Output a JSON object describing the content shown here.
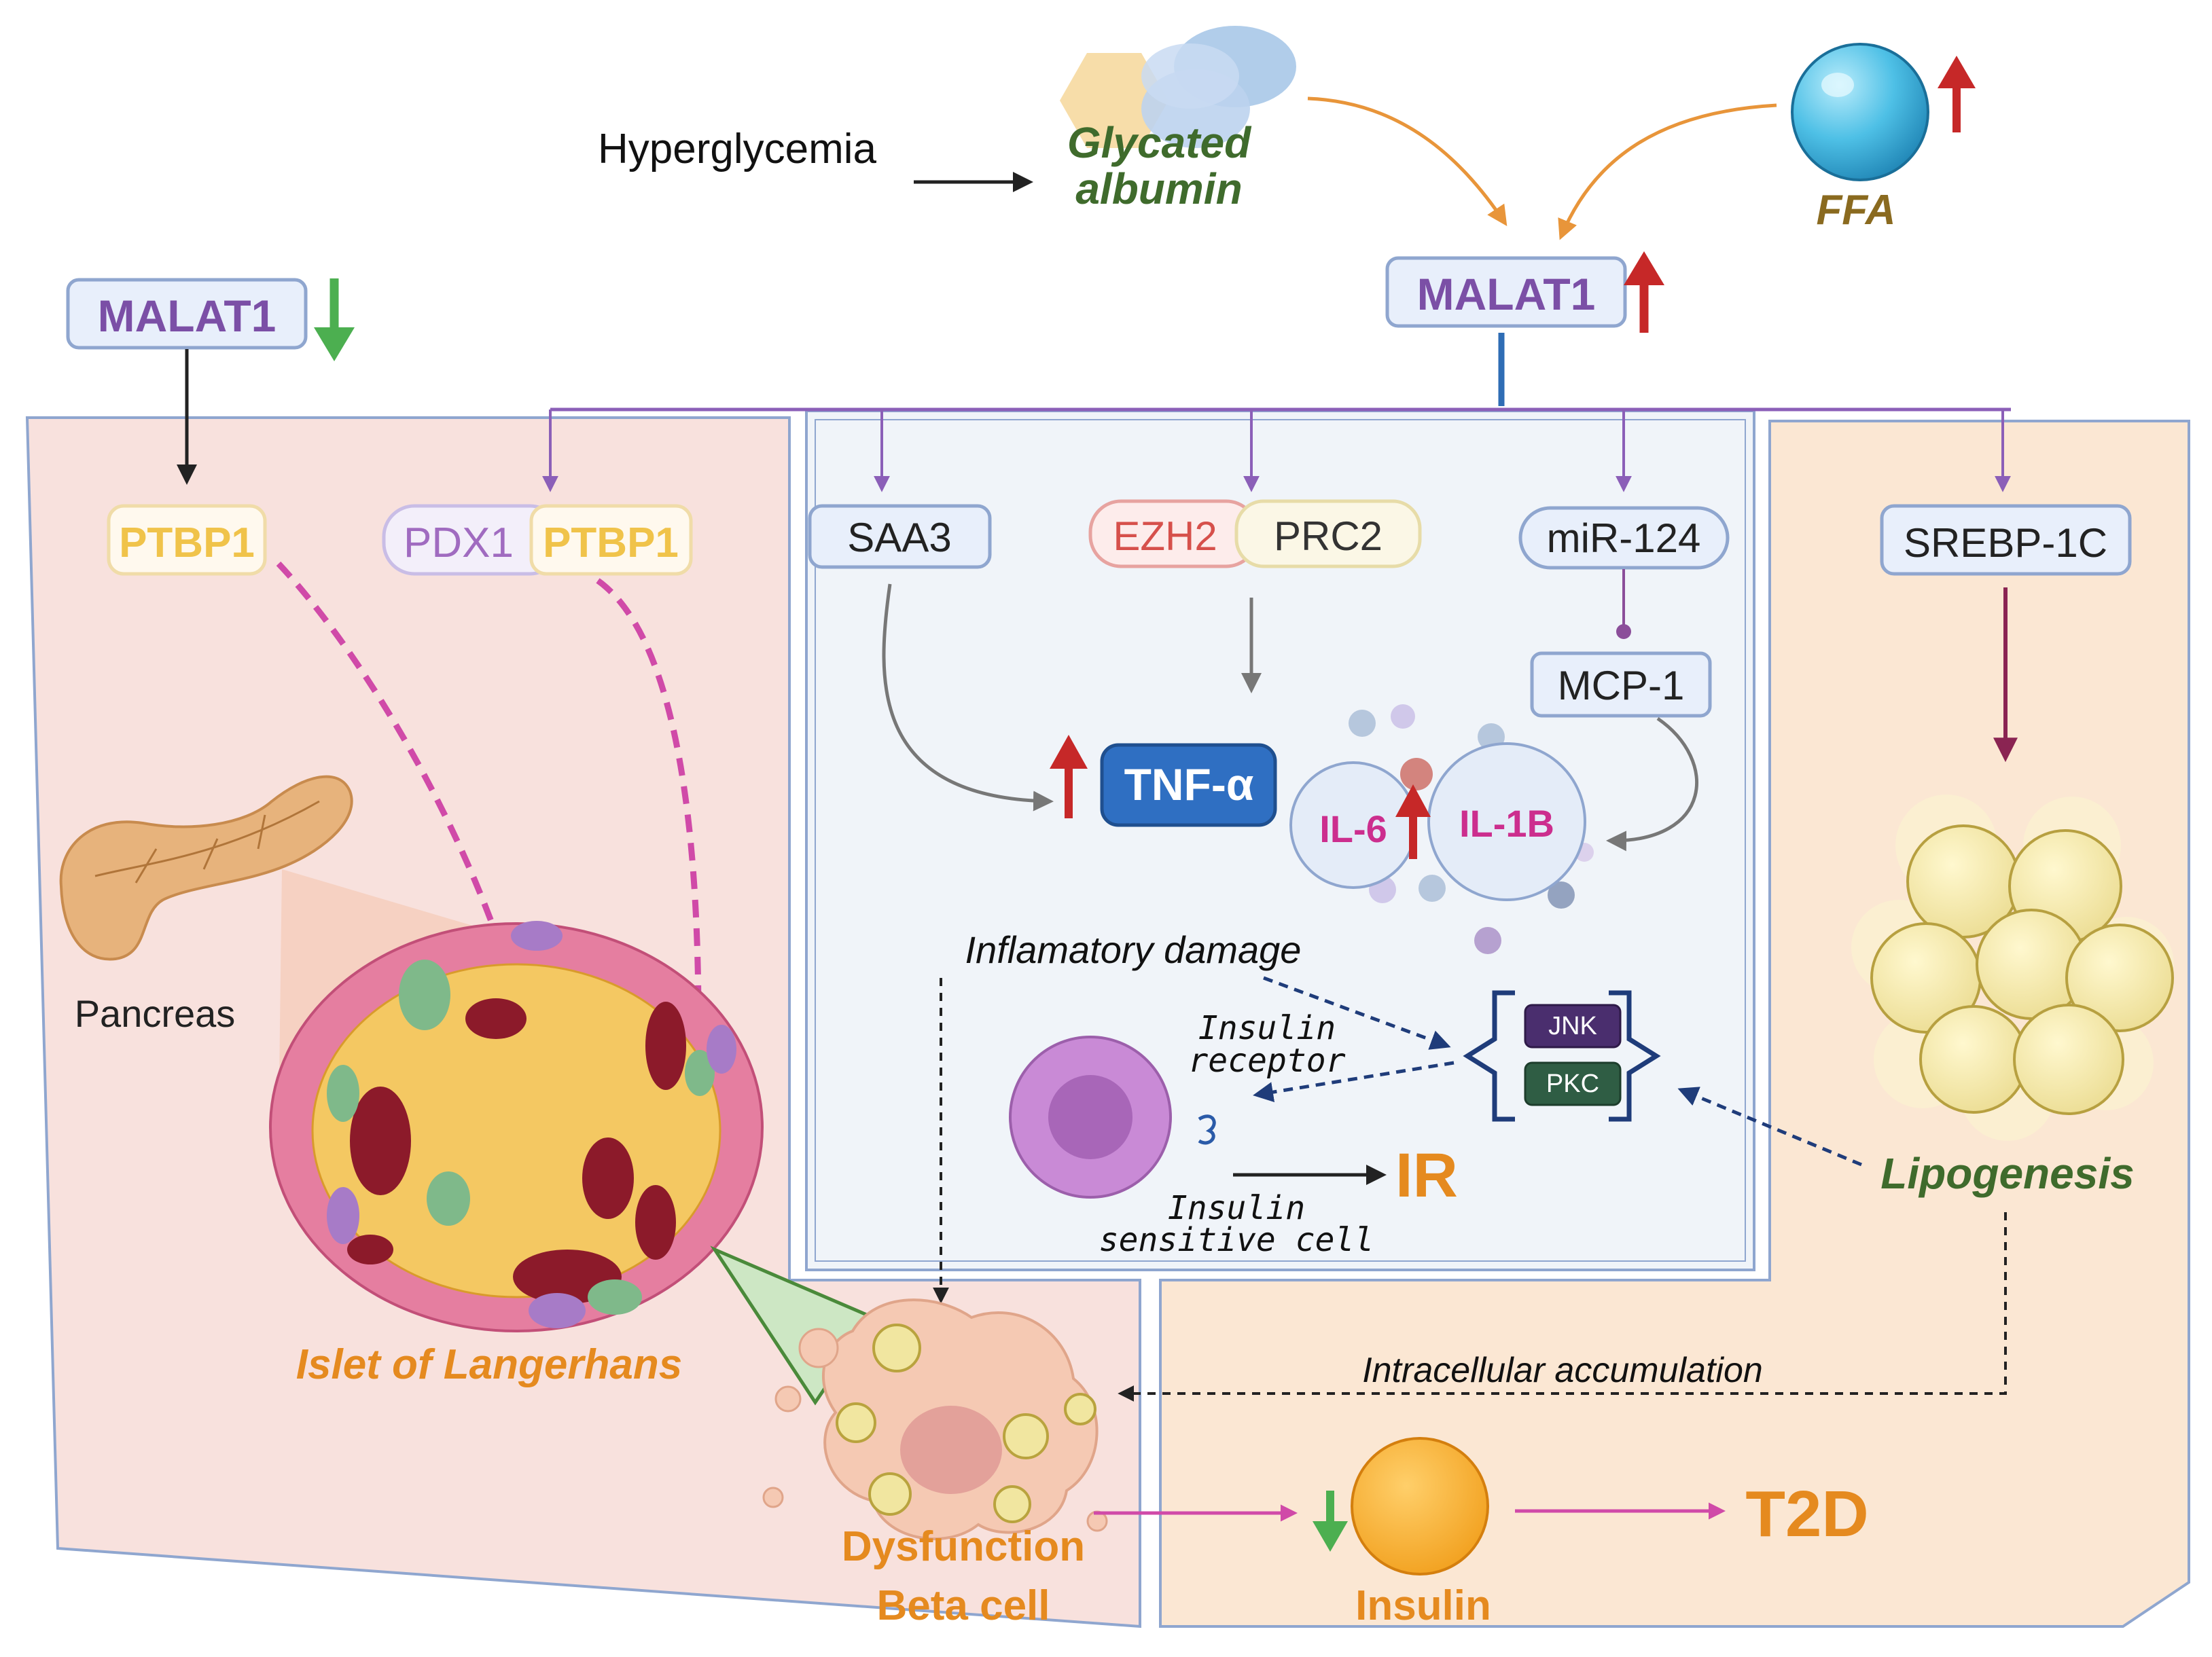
{
  "labels": {
    "hyperglycemia": "Hyperglycemia",
    "glycated_line1": "Glycated",
    "glycated_line2": "albumin",
    "ffa": "FFA",
    "malat1_left": "MALAT1",
    "malat1_top": "MALAT1",
    "ptbp1_left": "PTBP1",
    "pdx1": "PDX1",
    "ptbp1_mid": "PTBP1",
    "saa3": "SAA3",
    "ezh2": "EZH2",
    "prc2": "PRC2",
    "mir124": "miR-124",
    "mcp1": "MCP-1",
    "srebp": "SREBP-1C",
    "tnf": "TNF-α",
    "il6": "IL-6",
    "il1b": "IL-1B",
    "pancreas": "Pancreas",
    "islet": "Islet of Langerhans",
    "inflam_damage": "Inflamatory damage",
    "insulin_receptor_1": "Insulin",
    "insulin_receptor_2": "receptor",
    "jnk": "JNK",
    "pkc": "PKC",
    "ir": "IR",
    "insulin_sensitive_1": "Insulin",
    "insulin_sensitive_2": "sensitive cell",
    "lipogenesis": "Lipogenesis",
    "intracellular": "Intracellular accumulation",
    "dysfunction_1": "Dysfunction",
    "dysfunction_2": "Beta cell",
    "insulin": "Insulin",
    "t2d": "T2D"
  },
  "colors": {
    "purple_text": "#7b4fa6",
    "orange_text": "#e58a1f",
    "green_text": "#3f6b2c",
    "magenta": "#cc2e8e",
    "red_arrow": "#c62828",
    "green_arrow": "#4caf50",
    "pink_panel": "#f8e1dd",
    "peach_panel": "#fbe7d3",
    "blue_panel": "#eef3f9",
    "panel_border": "#8fa6cf"
  }
}
